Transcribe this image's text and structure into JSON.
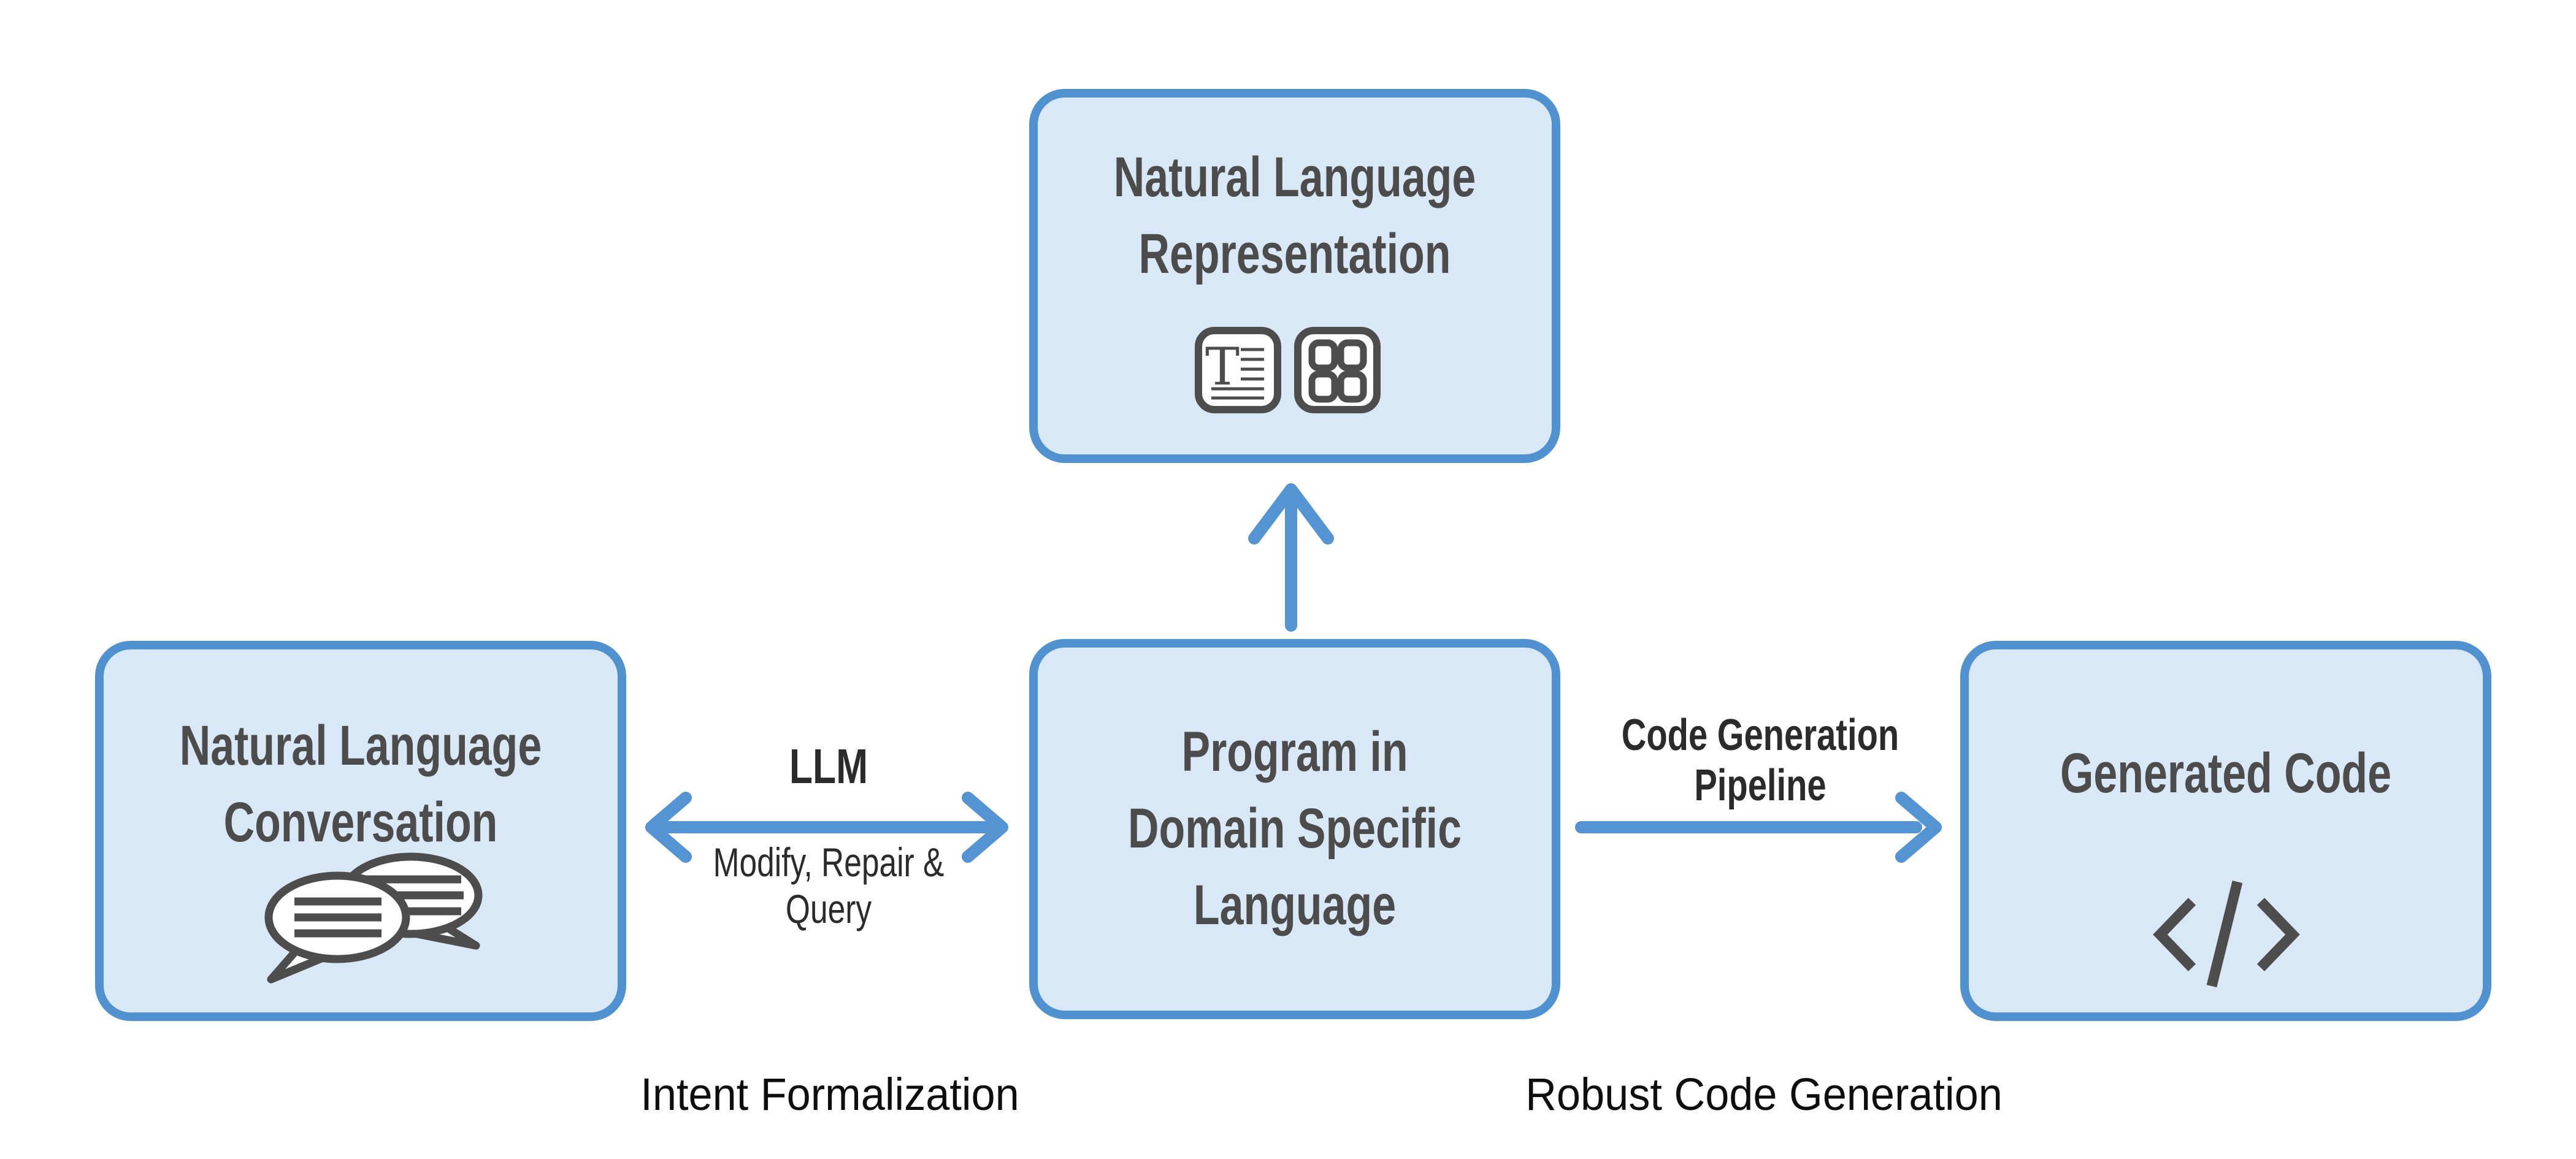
{
  "diagram": {
    "boxes": {
      "representation": {
        "title_lines": [
          "Natural Language",
          "Representation"
        ],
        "icons": [
          "text-document-icon",
          "grid-icon"
        ]
      },
      "conversation": {
        "title_lines": [
          "Natural Language",
          "Conversation"
        ],
        "icons": [
          "chat-bubbles-icon"
        ]
      },
      "dsl_program": {
        "title_lines": [
          "Program in",
          "Domain Specific",
          "Language"
        ],
        "icons": []
      },
      "generated_code": {
        "title_lines": [
          "Generated Code"
        ],
        "icons": [
          "code-brackets-icon"
        ]
      }
    },
    "arrows": {
      "llm": {
        "label": "LLM",
        "sublabel_lines": [
          "Modify, Repair &",
          "Query"
        ],
        "direction": "bidirectional-horizontal"
      },
      "codegen": {
        "label_lines": [
          "Code Generation",
          "Pipeline"
        ],
        "direction": "right"
      },
      "to_representation": {
        "direction": "up"
      }
    },
    "captions": {
      "left": "Intent Formalization",
      "right": "Robust Code Generation"
    },
    "colors": {
      "background": "#ffffff",
      "box_fill": "#d9e8f7",
      "box_border": "#5092cf",
      "arrow": "#5494d2",
      "icon_stroke": "#4d4d4d",
      "title_text": "#4c4c4c",
      "arrow_label_text": "#2b2b2b",
      "caption_text": "#0e0e0e"
    }
  }
}
